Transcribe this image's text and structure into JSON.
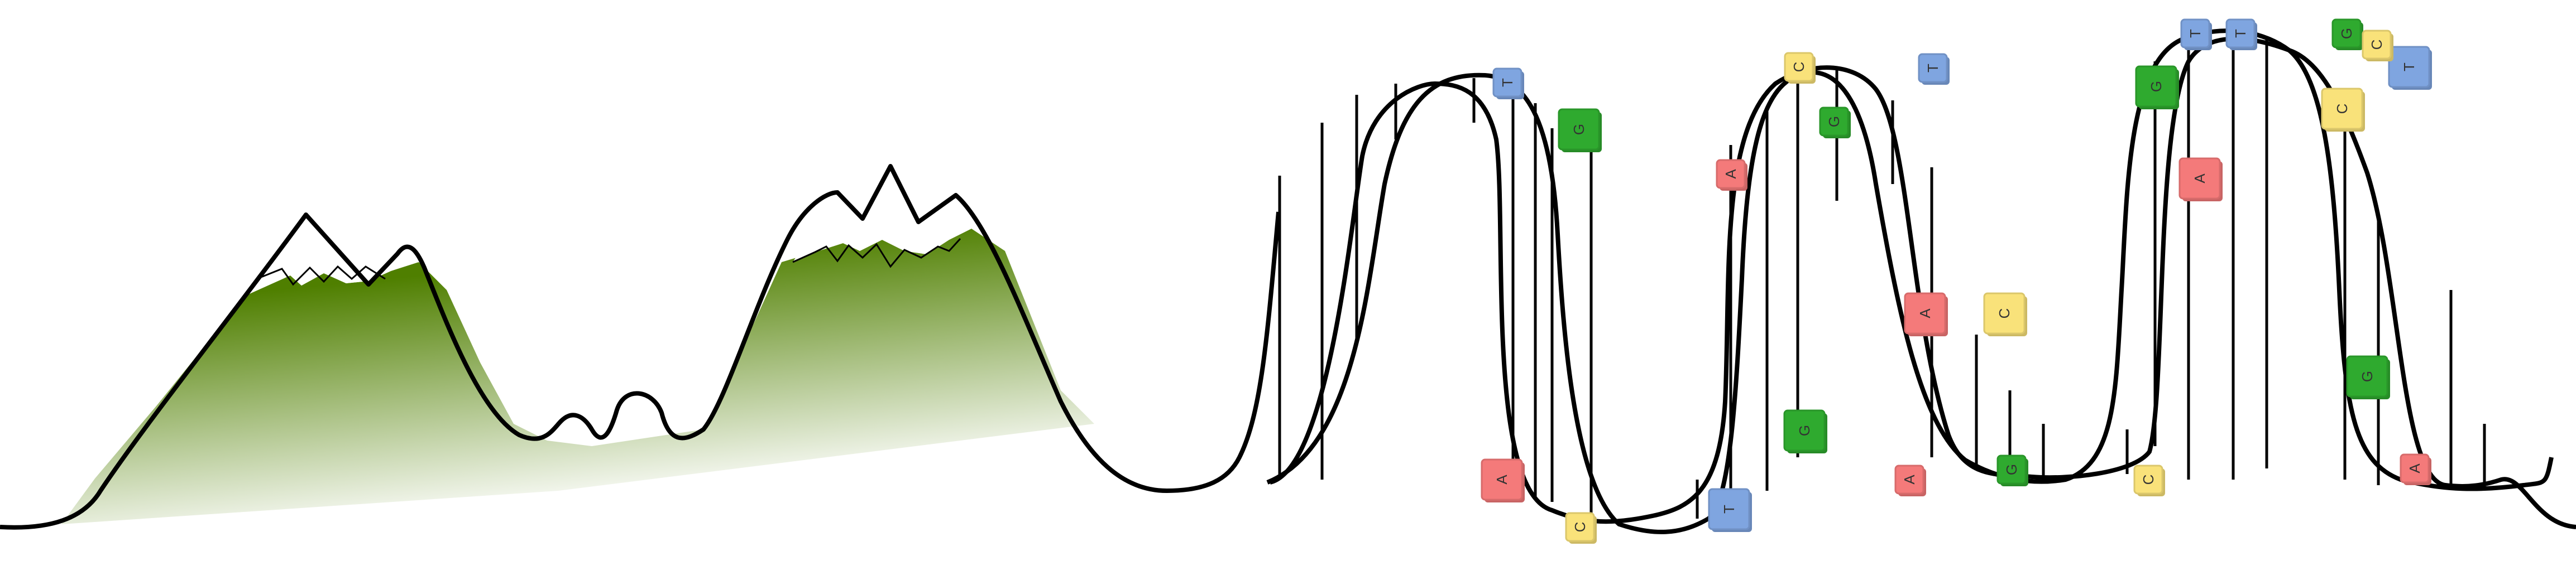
{
  "colors": {
    "line": "#000000",
    "mountain_dark": "#4f7f00",
    "mountain_light": "#ffffff",
    "snow": "#ffffff",
    "A": "#f47a7a",
    "C": "#f9e27a",
    "G": "#2faa2f",
    "T": "#7fa5e0"
  },
  "icons": [
    "mountain-icon",
    "snow-peak-icon",
    "dna-helix-icon",
    "nucleotide-base-icon"
  ],
  "bases": [
    {
      "letter": "T"
    },
    {
      "letter": "G"
    },
    {
      "letter": "A"
    },
    {
      "letter": "C"
    },
    {
      "letter": "C"
    },
    {
      "letter": "A"
    },
    {
      "letter": "G"
    },
    {
      "letter": "G"
    },
    {
      "letter": "T"
    },
    {
      "letter": "T"
    },
    {
      "letter": "A"
    },
    {
      "letter": "C"
    },
    {
      "letter": "G"
    },
    {
      "letter": "G"
    },
    {
      "letter": "A"
    },
    {
      "letter": "T"
    },
    {
      "letter": "C"
    },
    {
      "letter": "T"
    },
    {
      "letter": "A"
    },
    {
      "letter": "G"
    },
    {
      "letter": "C"
    },
    {
      "letter": "T"
    },
    {
      "letter": "C"
    },
    {
      "letter": "G"
    },
    {
      "letter": "A"
    }
  ]
}
